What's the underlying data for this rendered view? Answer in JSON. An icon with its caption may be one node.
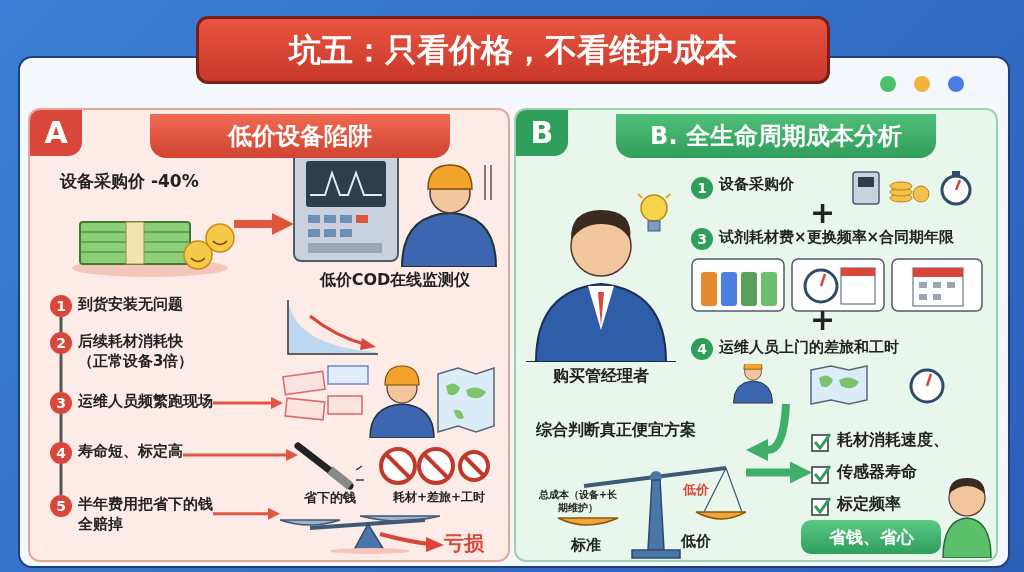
{
  "diagram": {
    "title": "坑五：只看价格，不看维护成本",
    "nodes": [
      {
        "text": [
          "A",
          "低价设备陷阱"
        ]
      },
      {
        "text": [
          "设备采购价 -40%"
        ],
        "in": 0
      },
      {
        "text": [
          "低价COD在线监测仪"
        ],
        "in": 0
      },
      {
        "text": [
          "1",
          "到货安装无问题"
        ],
        "in": 0
      },
      {
        "text": [
          "2",
          "后续耗材消耗快（正常设备3倍）"
        ],
        "in": 0
      },
      {
        "text": [
          "3",
          "运维人员频繁跑现场"
        ],
        "in": 0
      },
      {
        "text": [
          "4",
          "寿命短、标定高"
        ],
        "in": 0
      },
      {
        "text": [
          "5",
          "半年费用把省下的钱全赔掉"
        ],
        "in": 0
      },
      {
        "text": [],
        "shape": "picture",
        "in": 0
      },
      {
        "text": [],
        "shape": "picture",
        "in": 0
      },
      {
        "text": [
          "省下的钱",
          "耗材+差旅+工时",
          "亏损"
        ],
        "in": 0
      },
      {
        "text": [
          "B",
          "B. 全生命周期成本分析"
        ]
      },
      {
        "text": [
          "购买管经理者"
        ],
        "in": 11
      },
      {
        "text": [
          "1",
          "设备采购价"
        ],
        "in": 11
      },
      {
        "text": [
          "3",
          "试剂耗材费×更换频率×合同期年限"
        ],
        "in": 11
      },
      {
        "text": [
          "4",
          "运维人员上门的差旅和工时"
        ],
        "in": 11
      },
      {
        "text": [
          "综合判断真正便宜方案",
          "总成本（设备+长期维护）",
          "低价",
          "标准",
          "低价"
        ],
        "in": 11
      },
      {
        "text": [
          "耗材消耗速度、",
          "传感器寿命",
          "标定频率"
        ],
        "in": 11
      },
      {
        "text": [
          "省钱、省心"
        ],
        "in": 11
      }
    ],
    "edges": [
      {
        "from": 1,
        "to": 2,
        "arrow": "to",
        "style": "thick"
      },
      {
        "from": 3,
        "to": 4,
        "arrow": "none",
        "color": "#555555"
      },
      {
        "from": 4,
        "to": 5,
        "arrow": "none",
        "color": "#555555"
      },
      {
        "from": 5,
        "to": 6,
        "arrow": "none",
        "color": "#555555"
      },
      {
        "from": 6,
        "to": 7,
        "arrow": "none",
        "color": "#555555"
      },
      {
        "from": 5,
        "to": 8,
        "arrow": "to"
      },
      {
        "from": 6,
        "to": 9,
        "arrow": "to"
      },
      {
        "from": 7,
        "to": 10,
        "arrow": "to"
      },
      {
        "from": 15,
        "to": 16,
        "arrow": "to",
        "style": "thick",
        "color": "#3fae6a"
      },
      {
        "from": 16,
        "to": 17,
        "arrow": "to",
        "style": "thick",
        "color": "#3fae6a"
      }
    ],
    "labels": [
      "+",
      "+"
    ]
  }
}
